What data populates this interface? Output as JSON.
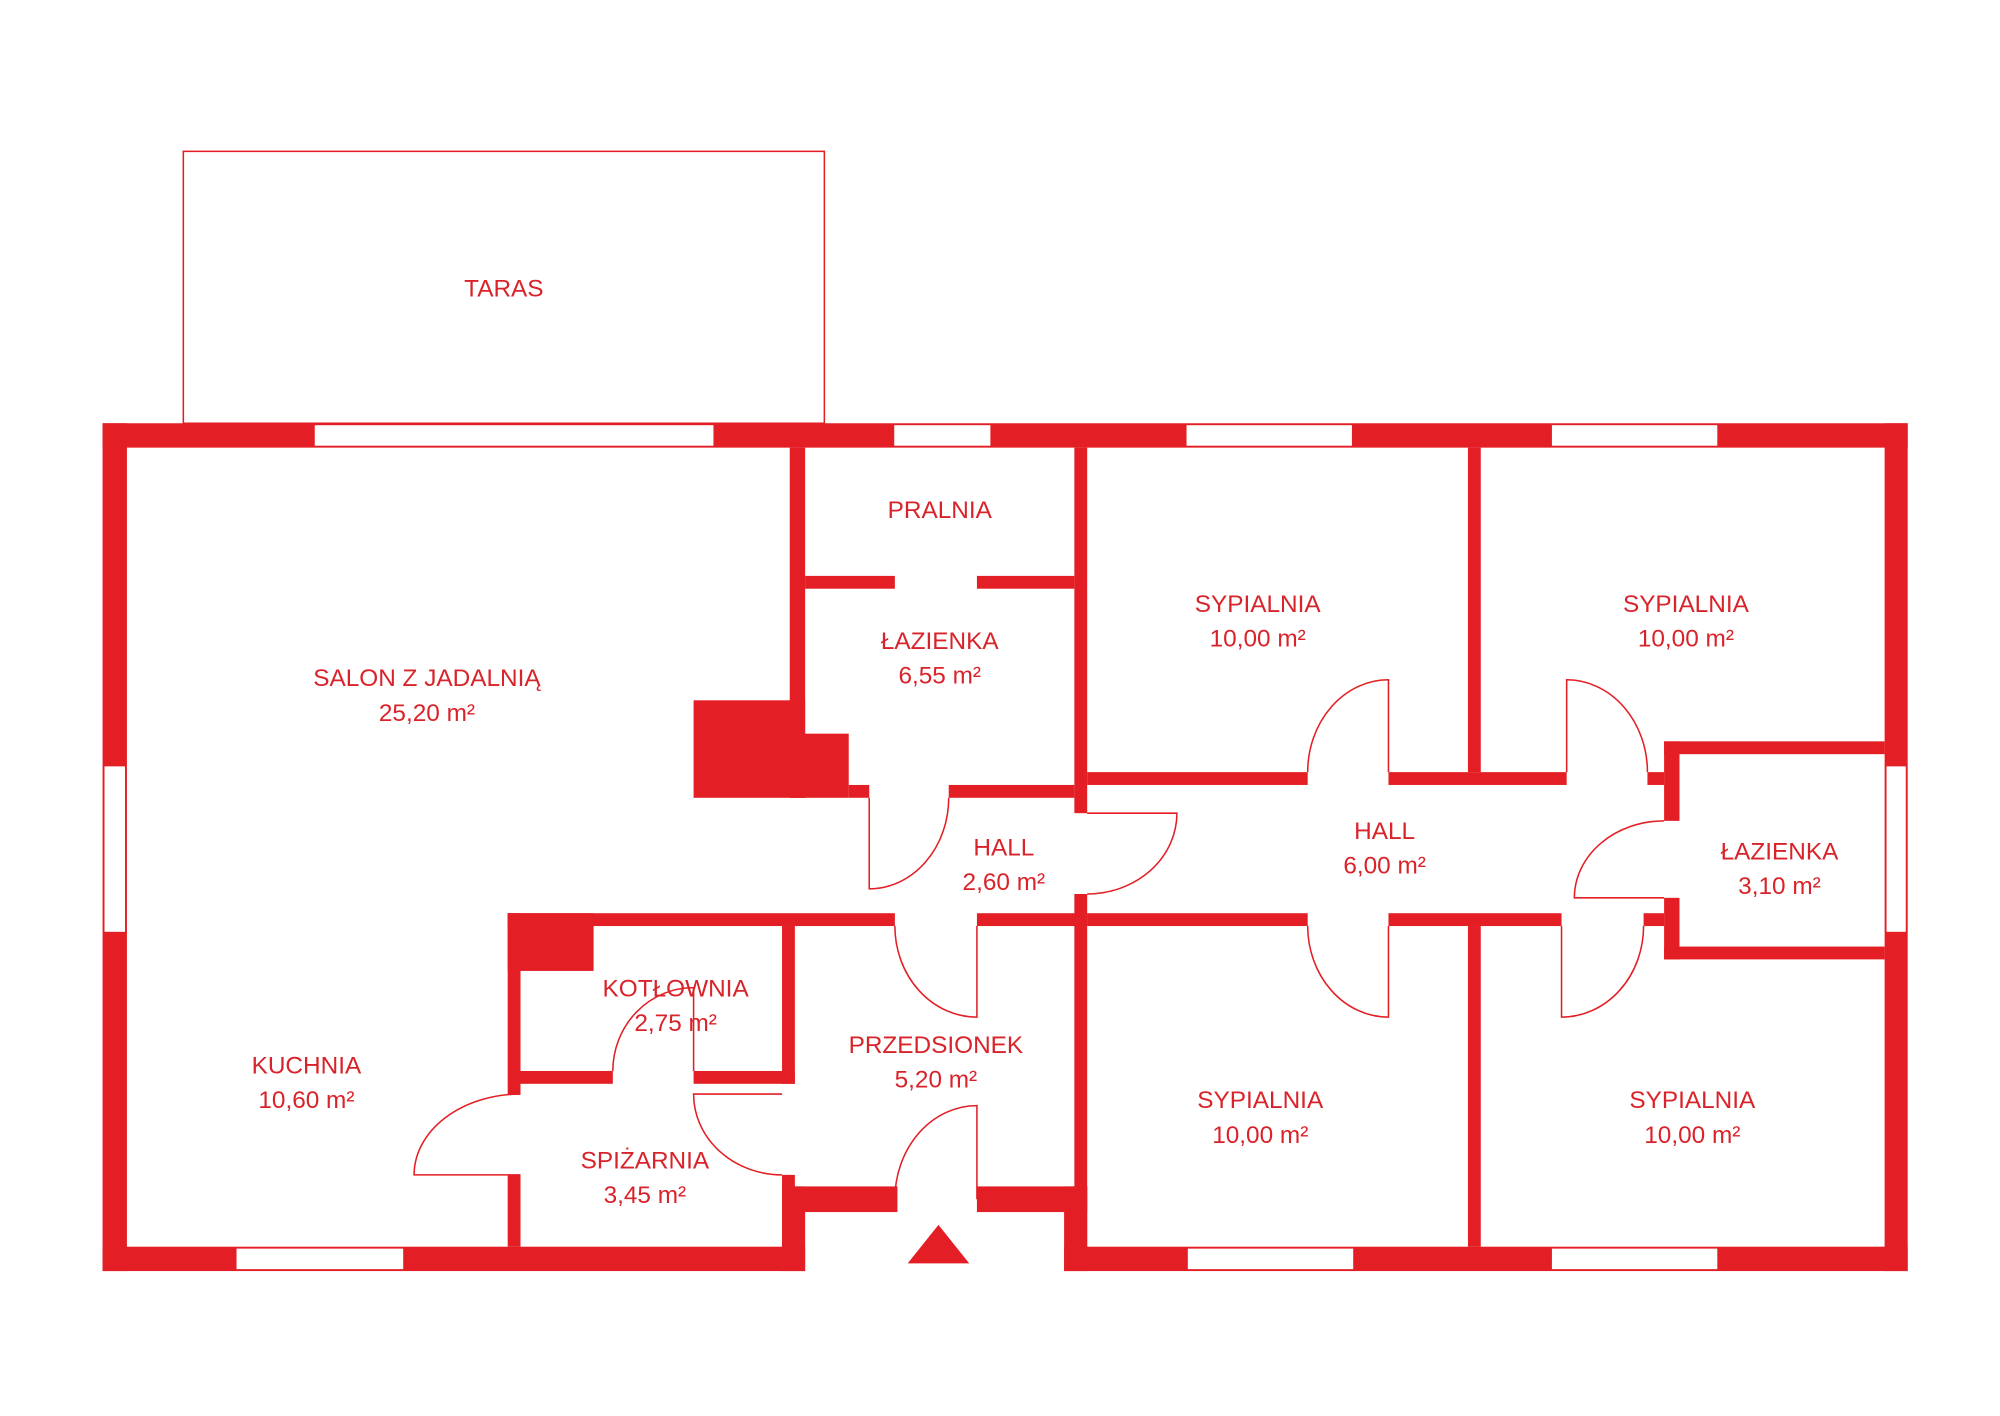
{
  "plan": {
    "accent_color": "#e31e24",
    "terrace": {
      "name": "TARAS"
    },
    "rooms": [
      {
        "name": "PRALNIA",
        "area": ""
      },
      {
        "name": "ŁAZIENKA",
        "area": "6,55 m²"
      },
      {
        "name": "SALON Z JADALNIĄ",
        "area": "25,20 m²"
      },
      {
        "name": "HALL",
        "area": "2,60 m²"
      },
      {
        "name": "SYPIALNIA",
        "area": "10,00 m²"
      },
      {
        "name": "SYPIALNIA",
        "area": "10,00 m²"
      },
      {
        "name": "HALL",
        "area": "6,00 m²"
      },
      {
        "name": "ŁAZIENKA",
        "area": "3,10 m²"
      },
      {
        "name": "KOTŁOWNIA",
        "area": "2,75 m²"
      },
      {
        "name": "PRZEDSIONEK",
        "area": "5,20 m²"
      },
      {
        "name": "KUCHNIA",
        "area": "10,60 m²"
      },
      {
        "name": "SPIŻARNIA",
        "area": "3,45 m²"
      },
      {
        "name": "SYPIALNIA",
        "area": "10,00 m²"
      },
      {
        "name": "SYPIALNIA",
        "area": "10,00 m²"
      }
    ],
    "entrance_marker": "triangle-up-icon"
  }
}
